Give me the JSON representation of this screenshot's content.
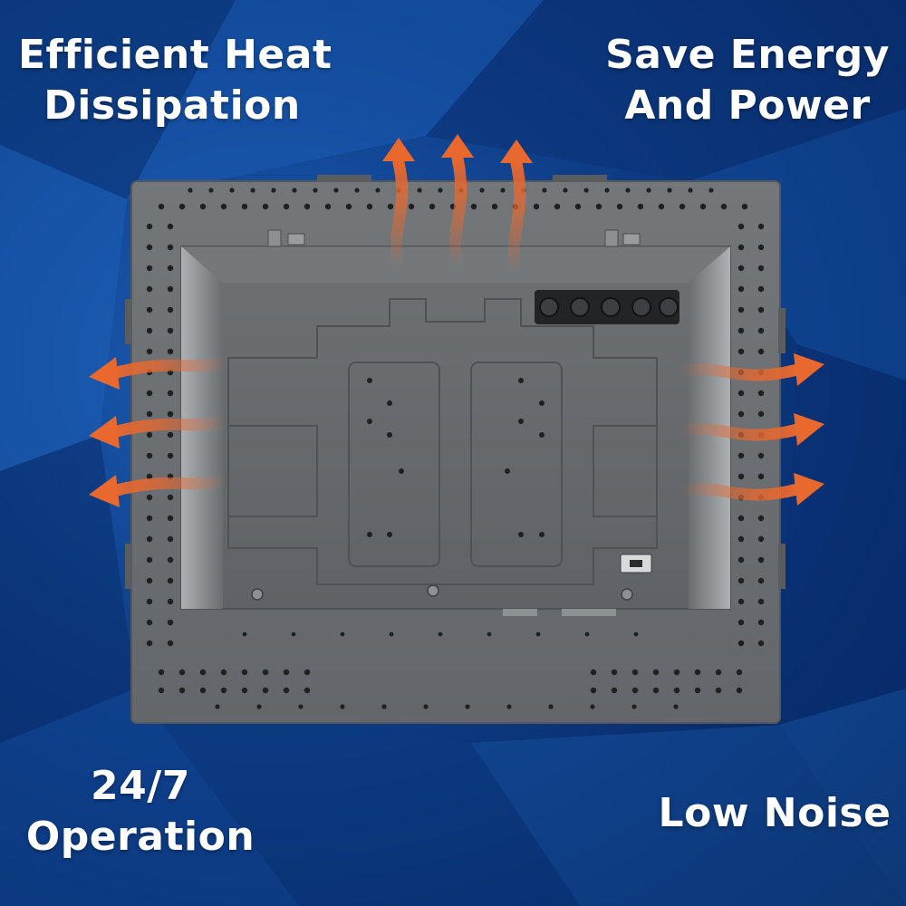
{
  "captions": {
    "top_left": {
      "line1": "Efficient Heat",
      "line2": "Dissipation"
    },
    "top_right": {
      "line1": "Save Energy",
      "line2": "And Power"
    },
    "bottom_left": {
      "line1": "24/7",
      "line2": "Operation"
    },
    "bottom_right": {
      "line1": "Low Noise"
    }
  },
  "colors": {
    "background": "#0f3f8a",
    "chassis": "#6b6e71",
    "heat_arrow": "#e8682e",
    "caption_text": "#ffffff"
  },
  "icons": [
    "heat-arrow-icon",
    "monitor-chassis-image",
    "io-port-icon"
  ]
}
